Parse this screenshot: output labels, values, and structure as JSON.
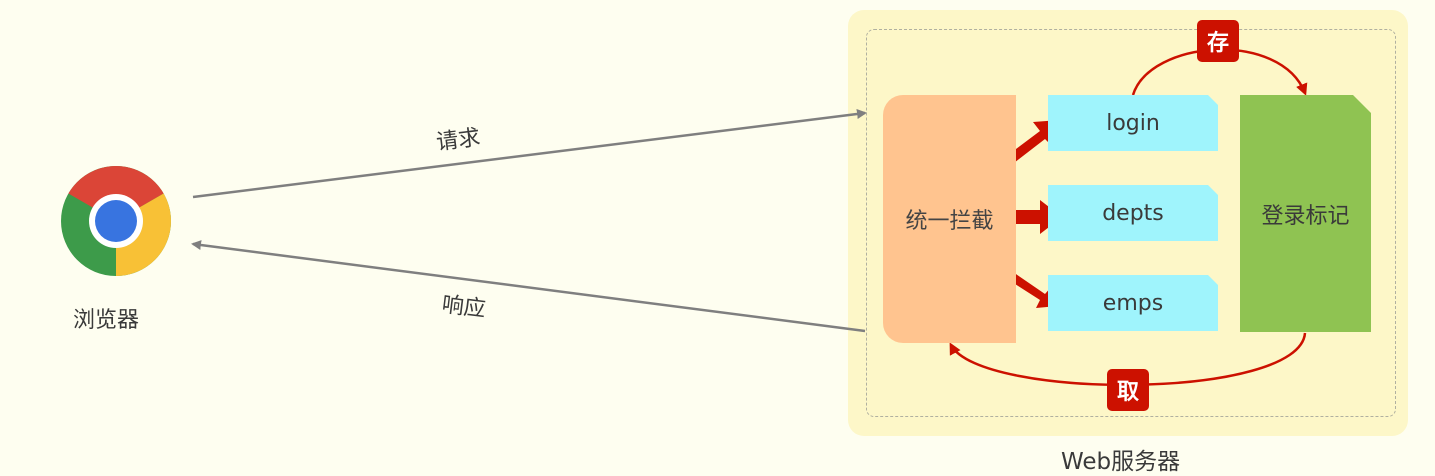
{
  "browser": {
    "label": "浏览器",
    "icon": "chrome-browser-icon"
  },
  "flow": {
    "request_label": "请求",
    "response_label": "响应"
  },
  "server": {
    "caption": "Web服务器",
    "interceptor_label": "统一拦截",
    "endpoints": [
      "login",
      "depts",
      "emps"
    ],
    "marker_label": "登录标记",
    "store_label": "存",
    "fetch_label": "取"
  },
  "colors": {
    "server_bg": "#fdf7c8",
    "interceptor": "#ffc48f",
    "endpoint": "#9ff4fc",
    "marker": "#8fc352",
    "arrow_red": "#cc1100",
    "link_gray": "#7f7f7f"
  }
}
